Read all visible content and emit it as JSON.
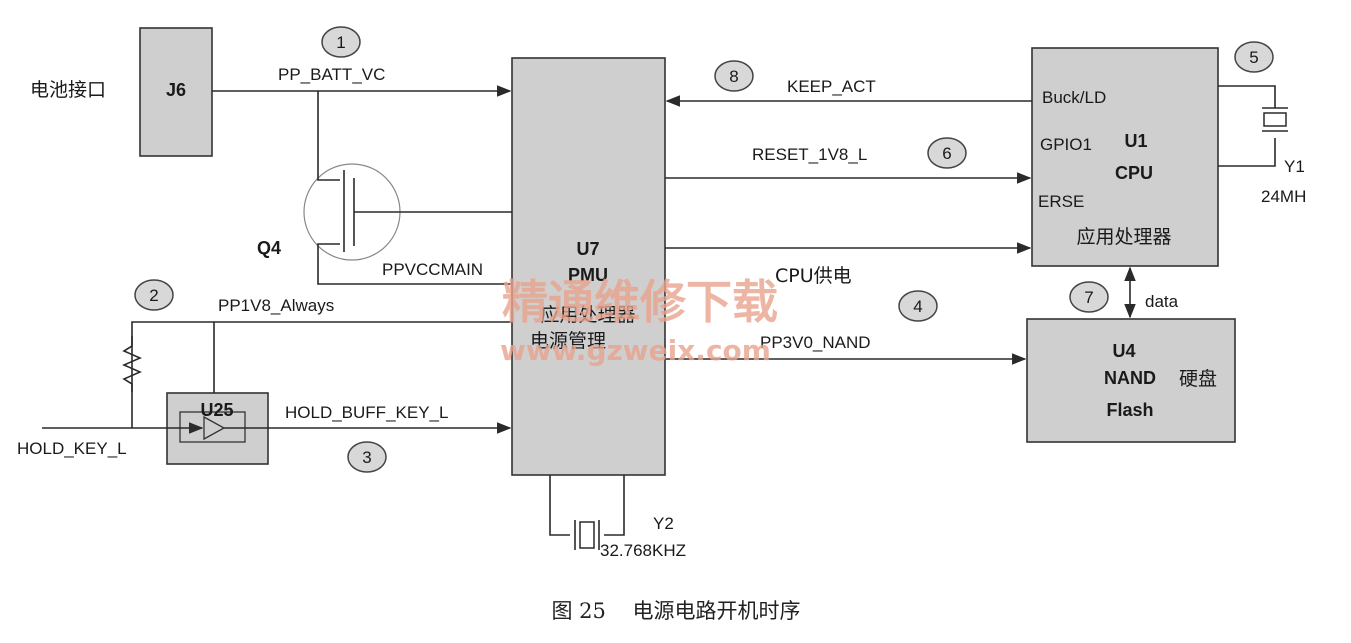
{
  "blocks": {
    "j6": {
      "name": "J6"
    },
    "battery_port": {
      "label": "电池接口"
    },
    "pmu": {
      "name": "U7",
      "subname": "PMU",
      "desc1": "应用处理器",
      "desc2": "电源管理"
    },
    "cpu": {
      "name": "U1",
      "subname": "CPU",
      "desc": "应用处理器",
      "pin_buck": "Buck/LD",
      "pin_gpio": "GPIO1",
      "pin_erse": "ERSE"
    },
    "nand": {
      "name": "U4",
      "subname": "NAND",
      "subname2": "Flash",
      "desc": "硬盘"
    },
    "u25": {
      "name": "U25"
    },
    "q4": {
      "name": "Q4"
    },
    "y1": {
      "name": "Y1",
      "freq": "24MH"
    },
    "y2": {
      "name": "Y2",
      "freq": "32.768KHZ"
    }
  },
  "signals": {
    "pp_batt": "PP_BATT_VC",
    "ppvccmain": "PPVCCMAIN",
    "pp1v8": "PP1V8_Always",
    "hold_key": "HOLD_KEY_L",
    "hold_buff": "HOLD_BUFF_KEY_L",
    "keep_act": "KEEP_ACT",
    "reset": "RESET_1V8_L",
    "cpu_power": "CPU供电",
    "pp3v0": "PP3V0_NAND",
    "data": "data"
  },
  "steps": [
    "1",
    "2",
    "3",
    "4",
    "5",
    "6",
    "7",
    "8"
  ],
  "watermark": {
    "text": "精通维修下载",
    "url": "www.gzweix.com"
  },
  "caption": "图 25    电源电路开机时序"
}
